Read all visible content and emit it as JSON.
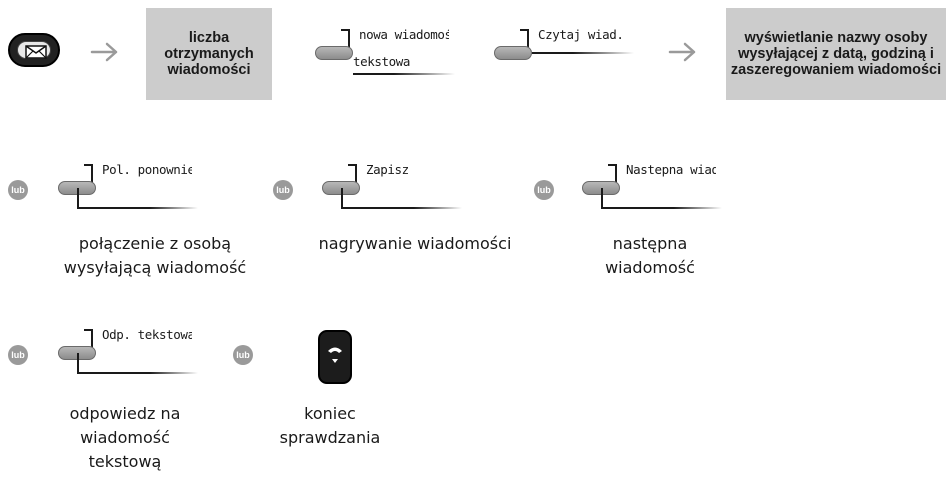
{
  "row1": {
    "envelope_key": "envelope-key",
    "box1": "liczba otrzymanych wiadomości",
    "softkey1": {
      "line1": "nowa wiadomośc",
      "line2": "tekstowa"
    },
    "softkey2": {
      "line1": "Czytaj wiad."
    },
    "box2": "wyświetlanie nazwy osoby wysyłającej z datą, godziną i zaszeregowaniem wiadomości"
  },
  "row2": {
    "lub": "lub",
    "softkey_call": "Pol. ponownie",
    "softkey_save": "Zapisz",
    "softkey_next": "Nastepna wiad.",
    "caption_call": [
      "połączenie z osobą",
      "wysyłającą wiadomość"
    ],
    "caption_save": [
      "nagrywanie wiadomości"
    ],
    "caption_next": [
      "następna",
      "wiadomość"
    ]
  },
  "row3": {
    "lub": "lub",
    "softkey_reply": "Odp. tekstowa",
    "caption_reply": [
      "odpowiedz na",
      "wiadomość",
      "tekstową"
    ],
    "caption_end": [
      "koniec",
      "sprawdzania"
    ]
  },
  "colors": {
    "box": "#cccccc",
    "lub": "#9a9a9a",
    "ink": "#1a1a1a"
  }
}
